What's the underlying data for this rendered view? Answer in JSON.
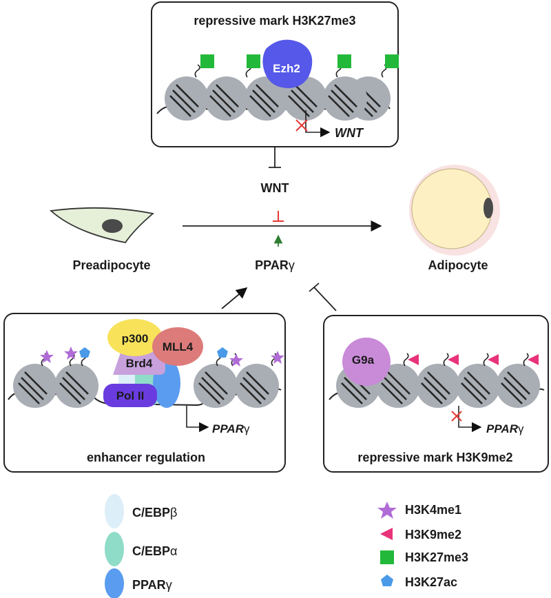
{
  "top_panel": {
    "title": "repressive mark H3K27me3",
    "enzyme": "Ezh2",
    "target_gene": "WNT"
  },
  "middle": {
    "wnt_label": "WNT",
    "preadipocyte_label": "Preadipocyte",
    "pparg_prefix": "PPAR",
    "pparg_greek": "γ",
    "adipocyte_label": "Adipocyte"
  },
  "enhancer_panel": {
    "title": "enhancer regulation",
    "p300": "p300",
    "mll4": "MLL4",
    "brd4": "Brd4",
    "pol2": "Pol II",
    "gene_prefix": "PPAR",
    "gene_greek": "γ"
  },
  "repressive_panel": {
    "title": "repressive mark H3K9me2",
    "enzyme": "G9a",
    "gene_prefix": "PPAR",
    "gene_greek": "γ"
  },
  "legend_left": [
    {
      "prefix": "C/EBP",
      "greek": "β",
      "color": "#dceef8"
    },
    {
      "prefix": "C/EBP",
      "greek": "α",
      "color": "#8fdcc8"
    },
    {
      "prefix": "PPAR",
      "greek": "γ",
      "color": "#5a9cf0"
    }
  ],
  "legend_right": [
    {
      "label": "H3K4me1",
      "icon": "star-icon",
      "color": "#b06cd6"
    },
    {
      "label": "H3K9me2",
      "icon": "triangle-icon",
      "color": "#e8337a"
    },
    {
      "label": "H3K27me3",
      "icon": "square-icon",
      "color": "#22b83a"
    },
    {
      "label": "H3K27ac",
      "icon": "pentagon-icon",
      "color": "#4a9ae8"
    }
  ],
  "colors": {
    "nucleosome": "#a9adb4",
    "ezh2": "#5558e8",
    "p300": "#f7e25a",
    "mll4": "#dd7b7b",
    "brd4": "#c7a0dc",
    "pol2": "#6a3ce0",
    "g9a": "#c98ad8",
    "inhibit_red": "#e53935",
    "activate_green": "#2e7d32",
    "adipocyte_fill": "#fdf1c4",
    "adipocyte_halo": "#f6d6d6",
    "preadipocyte_fill": "#e6efd8"
  }
}
